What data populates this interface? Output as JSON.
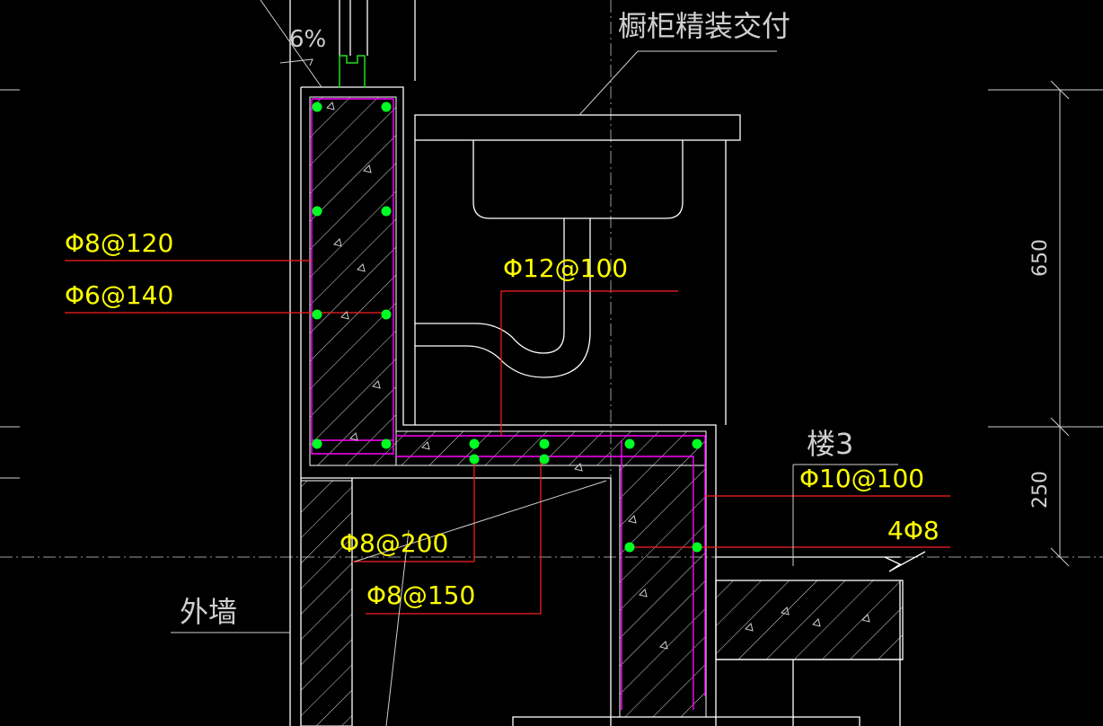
{
  "labels": {
    "cabinet_note": "橱柜精装交付",
    "exterior_wall": "外墙",
    "floor_mark": "楼3",
    "slope": "6%"
  },
  "rebar": {
    "vertical_wall": "Φ8@120",
    "wall_distribution": "Φ6@140",
    "sink_pipe": "Φ12@100",
    "slab_top": "Φ8@200",
    "slab_bottom": "Φ8@150",
    "beam_stirrup": "Φ10@100",
    "beam_long": "4Φ8"
  },
  "dimensions": {
    "upper": "650",
    "lower": "250"
  },
  "colors": {
    "background": "#000000",
    "outline": "#ffffff",
    "rebar_line": "#ff00ff",
    "rebar_dot": "#00ff00",
    "leader": "#ff2020",
    "text": "#ffff00",
    "dim": "#cfcfcf"
  }
}
